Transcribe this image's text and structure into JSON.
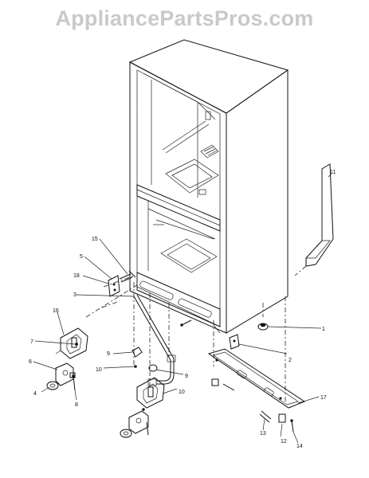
{
  "watermark": "AppliancePartsPros.com",
  "callouts": [
    {
      "id": "c1",
      "label": "1"
    },
    {
      "id": "c2",
      "label": "2"
    },
    {
      "id": "c3",
      "label": "3"
    },
    {
      "id": "c4",
      "label": "4"
    },
    {
      "id": "c5",
      "label": "5"
    },
    {
      "id": "c6",
      "label": "6"
    },
    {
      "id": "c7",
      "label": "7"
    },
    {
      "id": "c8",
      "label": "8"
    },
    {
      "id": "c9a",
      "label": "9"
    },
    {
      "id": "c9b",
      "label": "9"
    },
    {
      "id": "c10a",
      "label": "10"
    },
    {
      "id": "c10b",
      "label": "10"
    },
    {
      "id": "c11",
      "label": "11"
    },
    {
      "id": "c12",
      "label": "12"
    },
    {
      "id": "c13",
      "label": "13"
    },
    {
      "id": "c14",
      "label": "14"
    },
    {
      "id": "c15",
      "label": "15"
    },
    {
      "id": "c16",
      "label": "16"
    },
    {
      "id": "c17",
      "label": "17"
    },
    {
      "id": "c18",
      "label": "18"
    }
  ]
}
